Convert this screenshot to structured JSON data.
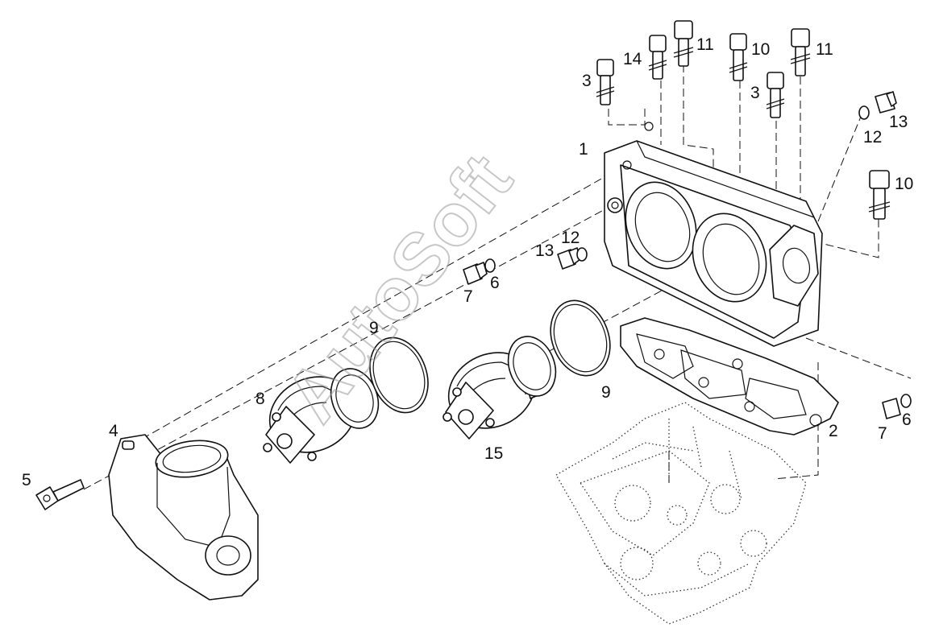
{
  "diagram": {
    "watermark": "AutoSoft",
    "callouts": [
      "1",
      "2",
      "3",
      "3",
      "4",
      "5",
      "6",
      "6",
      "7",
      "7",
      "8",
      "9",
      "9",
      "10",
      "10",
      "11",
      "11",
      "12",
      "12",
      "13",
      "13",
      "14",
      "15"
    ]
  }
}
